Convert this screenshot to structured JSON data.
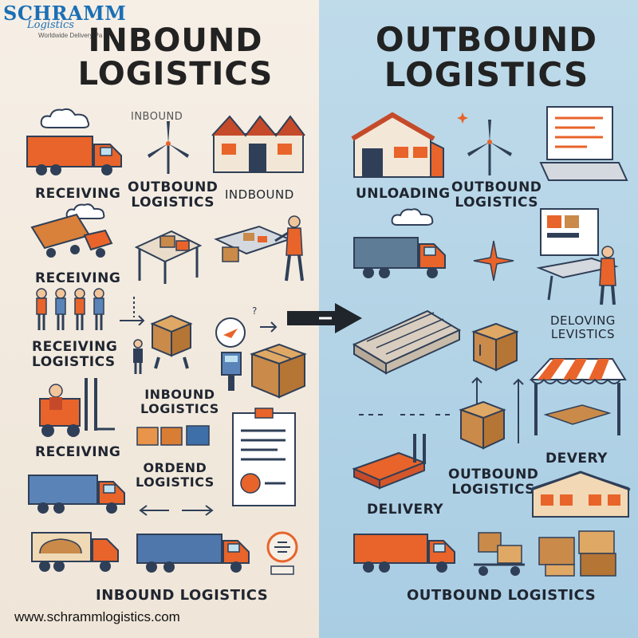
{
  "brand": {
    "name": "SCHRAMM",
    "sub": "Logistics",
    "tagline": "Worldwide Delivery Pa",
    "website": "www.schrammlogistics.com"
  },
  "left": {
    "title": "INBOUND\nLOGISTICS",
    "labels": {
      "inbound_top": "INBOUND",
      "receiving_1": "RECEIVING",
      "outbound_logistics": "OUTBOUND\nLOGISTICS",
      "indbound": "INDBOUND",
      "receiving_2": "RECEIVING",
      "receiving_logistics": "RECEIVING\nLOGISTICS",
      "inbound_logistics": "INBOUND\nLOGISTICS",
      "receiving_3": "RECEIVING",
      "ordend_logistics": "ORDEND\nLOGISTICS",
      "footer": "INBOUND LOGISTICS"
    }
  },
  "right": {
    "title": "OUTBOUND\nLOGISTICS",
    "labels": {
      "unloading": "UNLOADING",
      "outbound_logistics_1": "OUTBOUND\nLOGISTICS",
      "deloving_levistics": "DELOVING\nLEVISTICS",
      "devery": "DEVERY",
      "outbound_logistics_2": "OUTBOUND\nLOGISTICS",
      "delivery": "DELIVERY",
      "footer": "OUTBOUND LOGISTICS"
    }
  },
  "colors": {
    "orange": "#e8642a",
    "navy": "#2f3f57",
    "blue_truck": "#5a84b8",
    "box": "#c98a4a",
    "dark": "#1f2530",
    "brand_blue": "#1b6fb5"
  },
  "icons": [
    "truck-icon",
    "warehouse-icon",
    "wind-turbine-icon",
    "cloud-icon",
    "conveyor-icon",
    "worker-icon",
    "box-icon",
    "forklift-icon",
    "document-icon",
    "laptop-icon",
    "compass-icon",
    "arrow-icon",
    "pallet-icon",
    "storefront-icon"
  ]
}
